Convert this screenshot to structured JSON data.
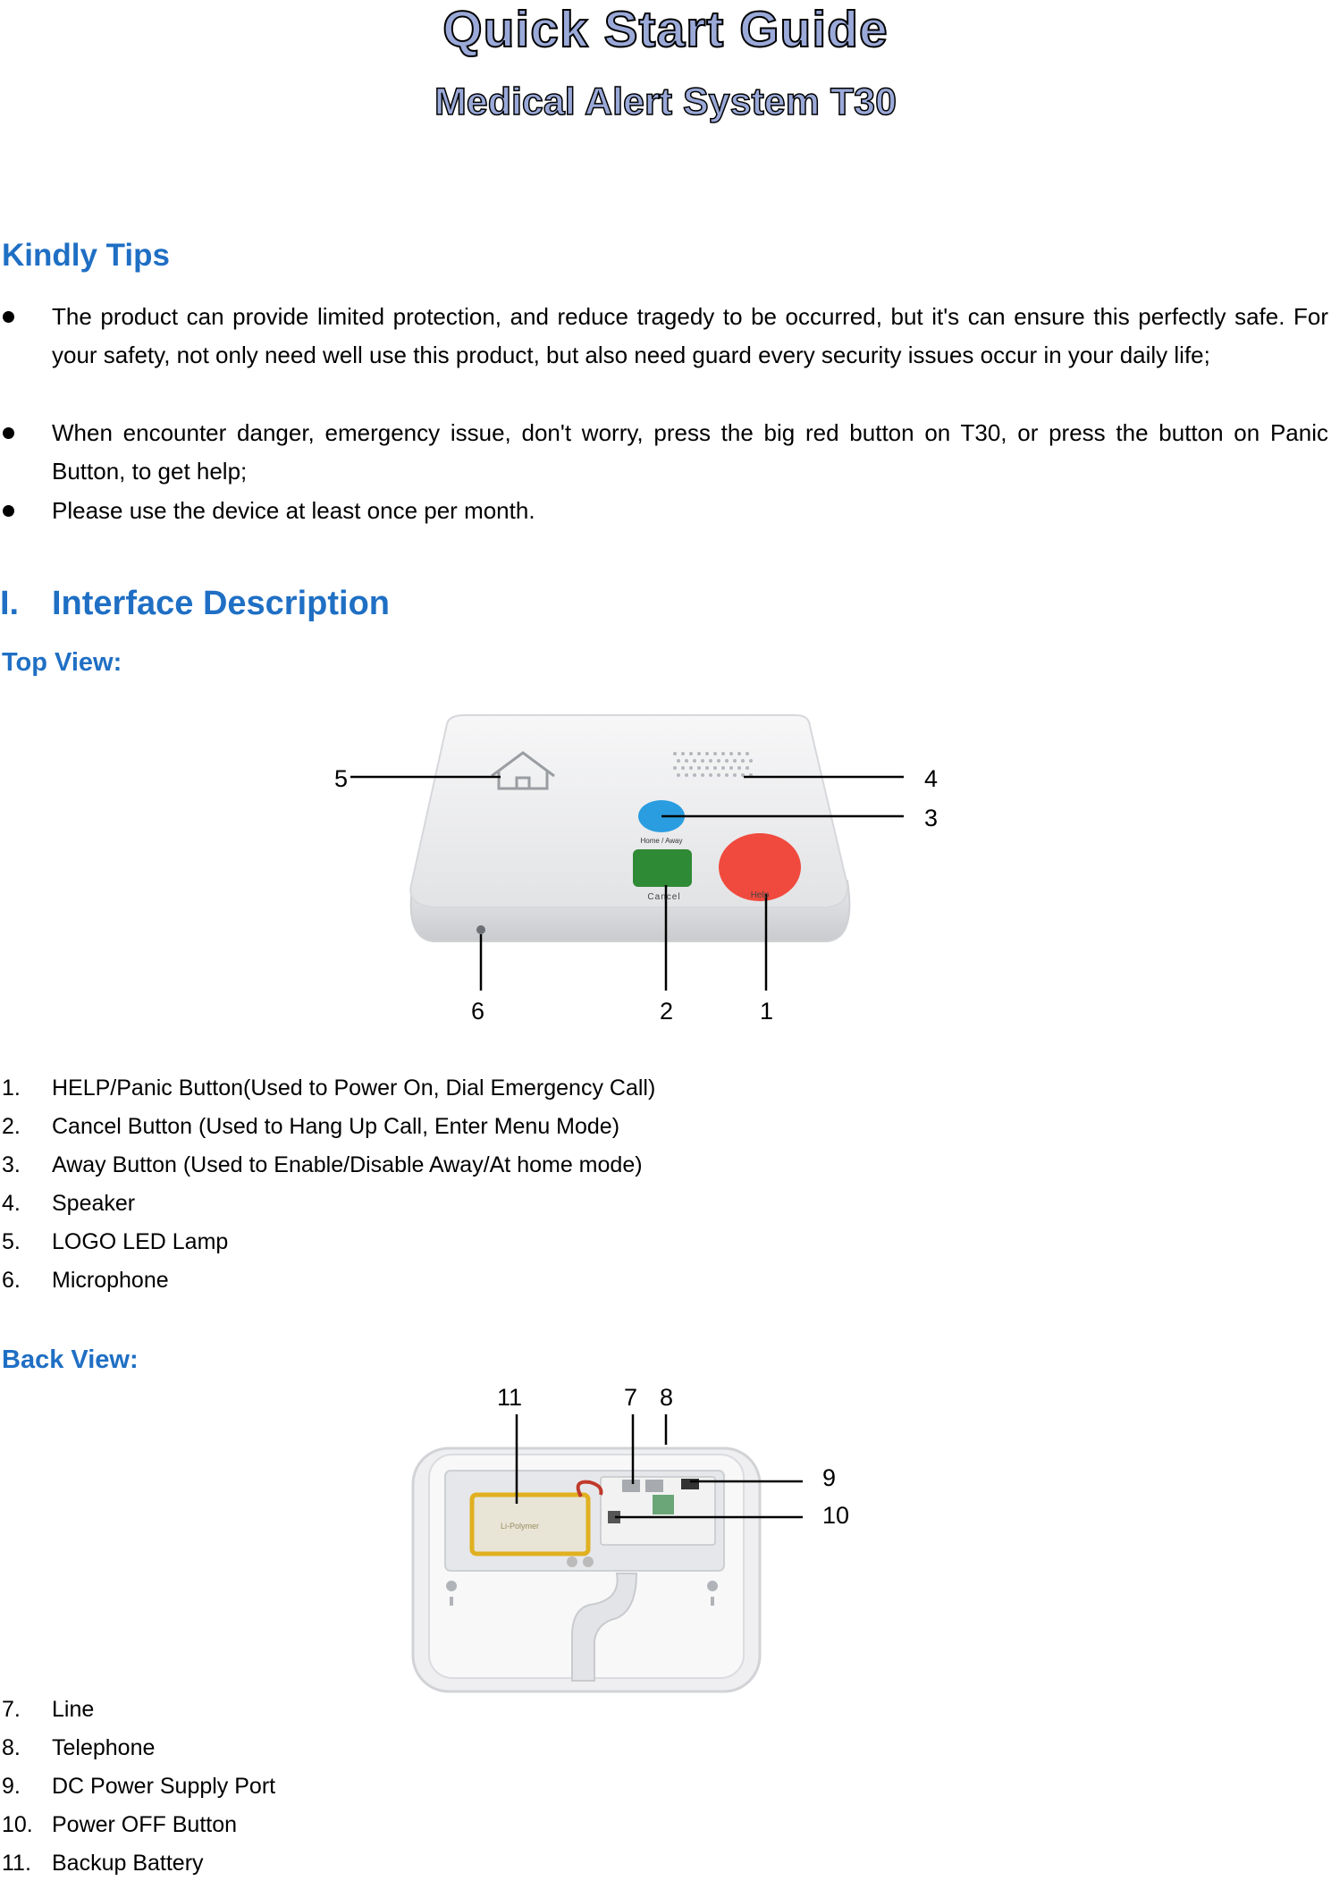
{
  "header": {
    "title": "Quick Start Guide",
    "subtitle": "Medical Alert System T30"
  },
  "kindly_tips": {
    "heading": "Kindly Tips",
    "items": [
      "The product can provide limited protection, and reduce tragedy to be occurred, but it's can ensure this perfectly safe. For your safety, not only need well use this product, but also need guard every security issues occur in your daily life;",
      "When encounter danger, emergency issue, don't worry, press the big red button on T30, or press the button on Panic Button, to get help;",
      "Please use the device at least once per month."
    ]
  },
  "interface": {
    "number": "I.",
    "heading": "Interface Description",
    "top_view": {
      "label": "Top View:",
      "device_labels": {
        "away": "Home / Away",
        "cancel": "Cancel",
        "help": "Help"
      },
      "callouts": [
        "1",
        "2",
        "3",
        "4",
        "5",
        "6"
      ],
      "items": [
        {
          "n": "1.",
          "text": "HELP/Panic Button(Used to Power On, Dial Emergency Call)"
        },
        {
          "n": "2.",
          "text": "Cancel Button (Used to Hang Up Call, Enter Menu Mode)"
        },
        {
          "n": "3.",
          "text": "Away Button (Used to Enable/Disable Away/At home mode)"
        },
        {
          "n": "4.",
          "text": "Speaker"
        },
        {
          "n": "5.",
          "text": "LOGO LED Lamp"
        },
        {
          "n": "6.",
          "text": "Microphone"
        }
      ]
    },
    "back_view": {
      "label": "Back View:",
      "callouts": [
        "7",
        "8",
        "9",
        "10",
        "11"
      ],
      "items": [
        {
          "n": "7.",
          "text": "Line"
        },
        {
          "n": "8.",
          "text": "Telephone"
        },
        {
          "n": "9.",
          "text": "DC Power Supply Port"
        },
        {
          "n": "10.",
          "text": "Power OFF Button"
        },
        {
          "n": "11.",
          "text": "Backup Battery"
        }
      ]
    }
  },
  "colors": {
    "heading_blue": "#1f6fc4",
    "help_red": "#f04a3e",
    "cancel_green": "#2f8a35",
    "away_blue": "#2a9de0"
  }
}
